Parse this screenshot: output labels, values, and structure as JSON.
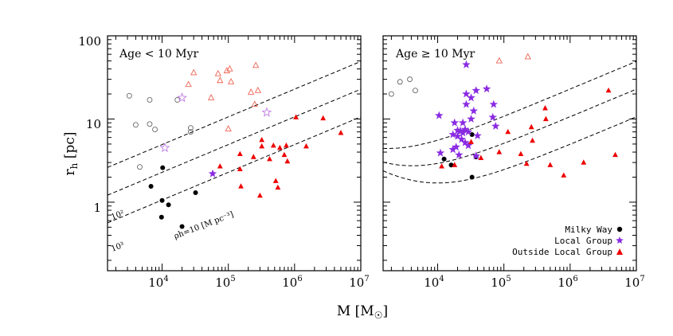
{
  "chart_data": [
    {
      "type": "scatter",
      "panel": "left",
      "title": "Age < 10 Myr",
      "xlabel": "M [M☉]",
      "ylabel": "r_h [pc]",
      "xscale": "log",
      "yscale": "log",
      "xlim": [
        1500,
        10000000
      ],
      "ylim": [
        0.15,
        100
      ],
      "x_ticks": [
        "10^4",
        "10^5",
        "10^6",
        "10^7"
      ],
      "y_ticks": [
        "1",
        "10",
        "100"
      ],
      "density_lines": [
        {
          "rho": 10,
          "label": "ρh=10 [M pc⁻³]"
        },
        {
          "rho": 100,
          "label": "10²"
        },
        {
          "rho": 1000,
          "label": "10³"
        }
      ],
      "series": [
        {
          "group": "Milky Way",
          "symbol": "filled-circle",
          "color": "#000000",
          "points": [
            [
              6800,
              1.55
            ],
            [
              10200,
              2.6
            ],
            [
              10000,
              1.05
            ],
            [
              12500,
              0.93
            ],
            [
              9800,
              0.66
            ],
            [
              20000,
              0.51
            ],
            [
              32000,
              1.3
            ]
          ]
        },
        {
          "group": "Milky Way",
          "symbol": "open-circle",
          "color": "#666666",
          "points": [
            [
              3200,
              19
            ],
            [
              6500,
              17
            ],
            [
              4000,
              8.5
            ],
            [
              6500,
              8.7
            ],
            [
              7800,
              7.5
            ],
            [
              17000,
              17
            ],
            [
              27000,
              7.8
            ],
            [
              27000,
              7
            ],
            [
              4600,
              2.65
            ]
          ]
        },
        {
          "group": "Local Group",
          "symbol": "filled-star",
          "color": "#8a2be2",
          "points": [
            [
              58000,
              2.2
            ]
          ]
        },
        {
          "group": "Local Group",
          "symbol": "open-star",
          "color": "#c07de0",
          "points": [
            [
              20000,
              18
            ],
            [
              11000,
              4.5
            ],
            [
              380000,
              12
            ]
          ]
        },
        {
          "group": "Outside Local Group",
          "symbol": "filled-triangle",
          "color": "#ee0000",
          "points": [
            [
              75000,
              2.7
            ],
            [
              150000,
              3.8
            ],
            [
              150000,
              2.5
            ],
            [
              155000,
              1.55
            ],
            [
              240000,
              3.5
            ],
            [
              320000,
              5.6
            ],
            [
              320000,
              4.7
            ],
            [
              300000,
              1.2
            ],
            [
              420000,
              3.3
            ],
            [
              480000,
              4.8
            ],
            [
              520000,
              1.8
            ],
            [
              560000,
              1.5
            ],
            [
              600000,
              4.5
            ],
            [
              700000,
              3.7
            ],
            [
              750000,
              4.8
            ],
            [
              780000,
              3.1
            ],
            [
              1050000,
              10.5
            ],
            [
              1500000,
              4.7
            ],
            [
              2700000,
              10.2
            ],
            [
              5000000,
              6.8
            ]
          ]
        },
        {
          "group": "Outside Local Group",
          "symbol": "open-triangle",
          "color": "#ee6655",
          "points": [
            [
              25000,
              26
            ],
            [
              30000,
              36
            ],
            [
              55000,
              18
            ],
            [
              70000,
              35
            ],
            [
              75000,
              29
            ],
            [
              95000,
              38
            ],
            [
              105000,
              40
            ],
            [
              110000,
              28
            ],
            [
              100000,
              7.6
            ],
            [
              220000,
              21
            ],
            [
              260000,
              44
            ],
            [
              280000,
              22
            ],
            [
              250000,
              15
            ]
          ]
        }
      ]
    },
    {
      "type": "scatter",
      "panel": "right",
      "title": "Age ≥ 10 Myr",
      "xlabel": "M [M☉]",
      "ylabel": "",
      "xscale": "log",
      "yscale": "log",
      "xlim": [
        1500,
        10000000
      ],
      "ylim": [
        0.15,
        100
      ],
      "x_ticks": [
        "10^4",
        "10^5",
        "10^6",
        "10^7"
      ],
      "y_ticks": [],
      "legend": {
        "position": "bottom-right",
        "entries": [
          "Milky Way",
          "Local Group",
          "Outside Local Group"
        ]
      },
      "series": [
        {
          "group": "Milky Way",
          "symbol": "filled-circle",
          "color": "#000000",
          "points": [
            [
              12500,
              3.3
            ],
            [
              16000,
              2.8
            ],
            [
              33000,
              6.5
            ],
            [
              33000,
              2.0
            ],
            [
              38000,
              3.5
            ]
          ]
        },
        {
          "group": "Milky Way",
          "symbol": "open-circle",
          "color": "#666666",
          "points": [
            [
              2000,
              20
            ],
            [
              2700,
              28
            ],
            [
              3800,
              30
            ],
            [
              4600,
              22
            ]
          ]
        },
        {
          "group": "Local Group",
          "symbol": "filled-star",
          "color": "#8a2be2",
          "points": [
            [
              27000,
              45
            ],
            [
              10500,
              11
            ],
            [
              27000,
              20
            ],
            [
              32000,
              18
            ],
            [
              38000,
              22
            ],
            [
              27000,
              15
            ],
            [
              35000,
              12.5
            ],
            [
              55000,
              23
            ],
            [
              70000,
              15
            ],
            [
              68000,
              10.5
            ],
            [
              32000,
              10
            ],
            [
              24000,
              9
            ],
            [
              18000,
              9
            ],
            [
              20000,
              7.3
            ],
            [
              22000,
              7.2
            ],
            [
              24000,
              6.8
            ],
            [
              26000,
              7.5
            ],
            [
              29000,
              7
            ],
            [
              17000,
              6.5
            ],
            [
              20000,
              6.2
            ],
            [
              23000,
              5.7
            ],
            [
              26000,
              5.2
            ],
            [
              19000,
              4.6
            ],
            [
              17000,
              4.3
            ],
            [
              21000,
              3.7
            ],
            [
              29000,
              4.8
            ],
            [
              40000,
              6.3
            ],
            [
              75000,
              8.2
            ],
            [
              11000,
              3.9
            ],
            [
              38000,
              3.6
            ]
          ]
        },
        {
          "group": "Outside Local Group",
          "symbol": "filled-triangle",
          "color": "#ee0000",
          "points": [
            [
              11500,
              2.7
            ],
            [
              18000,
              2.8
            ],
            [
              32000,
              5.3
            ],
            [
              45000,
              3.4
            ],
            [
              85000,
              4.0
            ],
            [
              115000,
              7.0
            ],
            [
              180000,
              3.8
            ],
            [
              220000,
              2.9
            ],
            [
              260000,
              8
            ],
            [
              270000,
              5.5
            ],
            [
              420000,
              13.5
            ],
            [
              430000,
              10
            ],
            [
              500000,
              2.8
            ],
            [
              800000,
              2.1
            ],
            [
              1600000,
              3.0
            ],
            [
              3800000,
              22
            ],
            [
              4800000,
              3.7
            ]
          ]
        },
        {
          "group": "Outside Local Group",
          "symbol": "open-triangle",
          "color": "#ee6655",
          "points": [
            [
              85000,
              50
            ],
            [
              230000,
              56
            ]
          ]
        }
      ]
    }
  ],
  "legend": [
    {
      "label": "Milky Way",
      "symbol": "filled-circle",
      "color": "#000000"
    },
    {
      "label": "Local Group",
      "symbol": "filled-star",
      "color": "#8a2be2"
    },
    {
      "label": "Outside Local Group",
      "symbol": "filled-triangle",
      "color": "#ee0000"
    }
  ],
  "texts": {
    "left_title": "Age < 10 Myr",
    "right_title": "Age ≥ 10 Myr",
    "ylabel_main": "r",
    "ylabel_sub": "h",
    "ylabel_unit": " [pc]",
    "xlabel_main": "M [M",
    "xlabel_sun": "☉",
    "xlabel_close": "]",
    "rho_label": "ρh=10 [M pc⁻³]",
    "rho_label_100": "10²",
    "rho_label_1000": "10³",
    "ytick_1": "1",
    "ytick_10": "10",
    "ytick_100": "100",
    "xtick_4": "10",
    "xtick_5": "10",
    "xtick_6": "10",
    "xtick_7": "10",
    "xtick_4_exp": "4",
    "xtick_5_exp": "5",
    "xtick_6_exp": "6",
    "xtick_7_exp": "7"
  }
}
